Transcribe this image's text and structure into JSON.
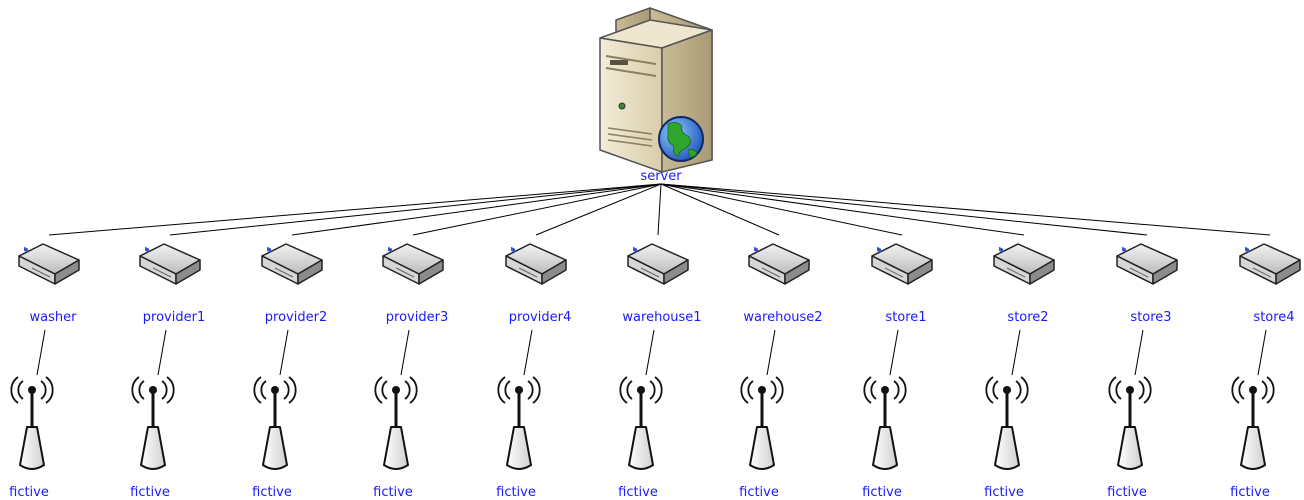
{
  "server": {
    "label": "server"
  },
  "devices": [
    {
      "label": "washer",
      "antenna_label": "fictive"
    },
    {
      "label": "provider1",
      "antenna_label": "fictive"
    },
    {
      "label": "provider2",
      "antenna_label": "fictive"
    },
    {
      "label": "provider3",
      "antenna_label": "fictive"
    },
    {
      "label": "provider4",
      "antenna_label": "fictive"
    },
    {
      "label": "warehouse1",
      "antenna_label": "fictive"
    },
    {
      "label": "warehouse2",
      "antenna_label": "fictive"
    },
    {
      "label": "store1",
      "antenna_label": "fictive"
    },
    {
      "label": "store2",
      "antenna_label": "fictive"
    },
    {
      "label": "store3",
      "antenna_label": "fictive"
    },
    {
      "label": "store4",
      "antenna_label": "fictive"
    }
  ],
  "colors": {
    "label": "#1a1aff",
    "line": "#000000"
  },
  "icons": {
    "server": "server-globe-icon",
    "device": "router-icon",
    "antenna": "wireless-antenna-icon"
  }
}
